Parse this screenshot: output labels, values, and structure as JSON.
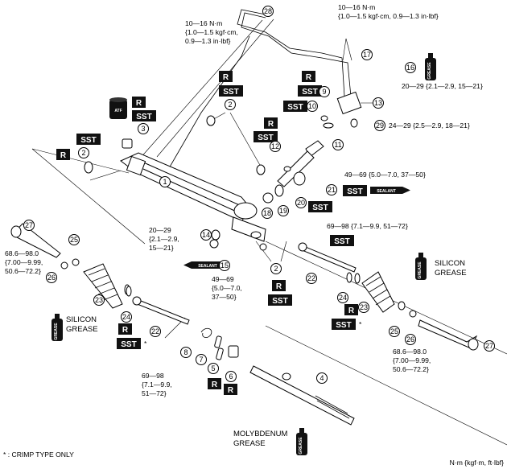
{
  "callouts": {
    "p1": "1",
    "p2a": "2",
    "p2b": "2",
    "p2c": "2",
    "p3": "3",
    "p4": "4",
    "p5": "5",
    "p6": "6",
    "p7": "7",
    "p8": "8",
    "p9": "9",
    "p10": "10",
    "p11": "11",
    "p12": "12",
    "p13": "13",
    "p14": "14",
    "p15": "15",
    "p16": "16",
    "p17": "17",
    "p18": "18",
    "p19": "19",
    "p20": "20",
    "p21": "21",
    "p22a": "22",
    "p22b": "22",
    "p22c": "22",
    "p23a": "23",
    "p23b": "23",
    "p24a": "24",
    "p24b": "24",
    "p25a": "25",
    "p25b": "25",
    "p26a": "26",
    "p26b": "26",
    "p27a": "27",
    "p27b": "27",
    "p28": "28",
    "p29": "29"
  },
  "torques": {
    "t28_l1": "10—16 N·m",
    "t28_l2": "{1.0—1.5 kgf·cm,",
    "t28_l3": "0.9—1.3 in·lbf}",
    "tr_l1": "10—16 N·m",
    "tr_l2": "{1.0—1.5 kgf·cm, 0.9—1.3 in·lbf}",
    "t16": "20—29 {2.1—2.9, 15—21}",
    "t29": "24—29 {2.5—2.9, 18—21}",
    "t21": "49—69 {5.0—7.0, 37—50}",
    "t14_l1": "20—29",
    "t14_l2": "{2.1—2.9,",
    "t14_l3": "15—21}",
    "t15_l1": "49—69",
    "t15_l2": "{5.0—7.0,",
    "t15_l3": "37—50}",
    "t22_l1": "69—98 {7.1—9.9, 51—72}",
    "tl26_l1": "68.6—98.0",
    "tl26_l2": "{7.00—9.99,",
    "tl26_l3": "50.6—72.2}",
    "tr26_l1": "68.6—98.0",
    "tr26_l2": "{7.00—9.99,",
    "tr26_l3": "50.6—72.2}",
    "tb22_l1": "69—98",
    "tb22_l2": "{7.1—9.9,",
    "tb22_l3": "51—72}"
  },
  "tags": {
    "r": "R",
    "sst": "SST",
    "atf": "ATF",
    "sealant": "SEALANT",
    "grease": "GREASE",
    "asterisk": "*"
  },
  "labels": {
    "silicon_right_1": "SILICON",
    "silicon_right_2": "GREASE",
    "silicon_left_1": "SILICON",
    "silicon_left_2": "GREASE",
    "moly_1": "MOLYBDENUM",
    "moly_2": "GREASE",
    "footnote": "* : CRIMP TYPE ONLY",
    "units": "N·m {kgf·m, ft·lbf}"
  }
}
